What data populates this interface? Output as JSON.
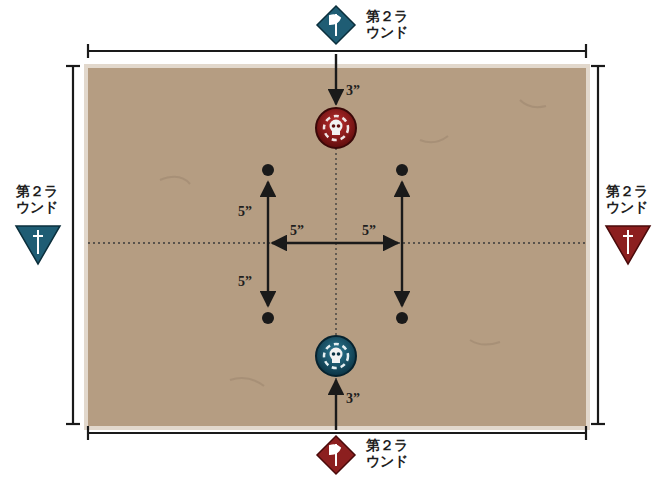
{
  "diagram": {
    "labels": [
      "第２ラウンド",
      "3”",
      "第２ラウンド",
      "5”",
      "5”",
      "5”",
      "第２ラウンド",
      "5”",
      "3”",
      "第２ラウンド"
    ]
  }
}
